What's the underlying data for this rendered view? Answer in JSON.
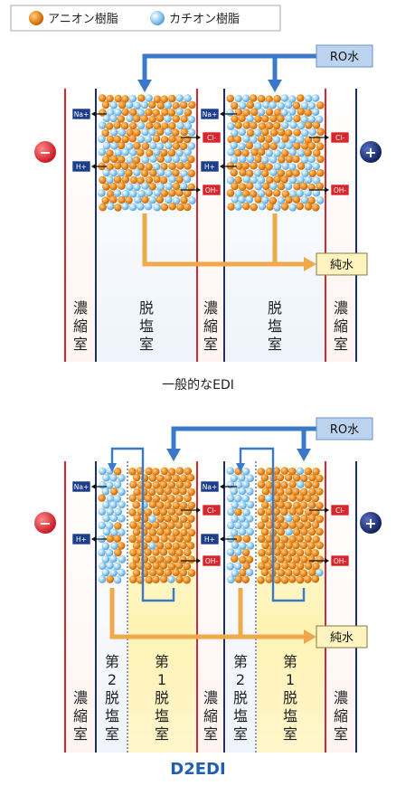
{
  "legend": {
    "anion_label": "アニオン樹脂",
    "cation_label": "カチオン樹脂",
    "colors": {
      "anion": "#e98a1f",
      "cation": "#7fc3ea"
    }
  },
  "diagram1": {
    "ro_label": "RO水",
    "pure_label": "純水",
    "caption": "一般的なEDI",
    "minus_sign": "−",
    "plus_sign": "+",
    "ions_left": [
      "Na+",
      "H+",
      "Na+",
      "H+"
    ],
    "ions_right": [
      "Cl-",
      "OH-",
      "Cl-",
      "OH-"
    ],
    "chambers": [
      {
        "text": "濃縮室"
      },
      {
        "text": "脱塩室"
      },
      {
        "text": "濃縮室"
      },
      {
        "text": "脱塩室"
      },
      {
        "text": "濃縮室"
      }
    ]
  },
  "diagram2": {
    "ro_label": "RO水",
    "pure_label": "純水",
    "caption": "D2EDI",
    "minus_sign": "−",
    "plus_sign": "+",
    "ions_left": [
      "Na+",
      "H+",
      "Na+",
      "H+"
    ],
    "ions_right": [
      "Cl-",
      "OH-",
      "Cl-",
      "OH-"
    ],
    "chambers": [
      {
        "text": "濃縮室"
      },
      {
        "text": "第2脱塩室"
      },
      {
        "text": "第1脱塩室"
      },
      {
        "text": "濃縮室"
      },
      {
        "text": "第2脱塩室"
      },
      {
        "text": "第1脱塩室"
      },
      {
        "text": "濃縮室"
      }
    ]
  },
  "colors": {
    "flow_blue": "#3a78c9",
    "flow_orange": "#f0a94a",
    "membrane_red": "#d8262e",
    "membrane_navy": "#1b2f73",
    "ion_navy": "#1d3e8a",
    "ion_red": "#d8262e",
    "caption_blue": "#1f5fae"
  }
}
